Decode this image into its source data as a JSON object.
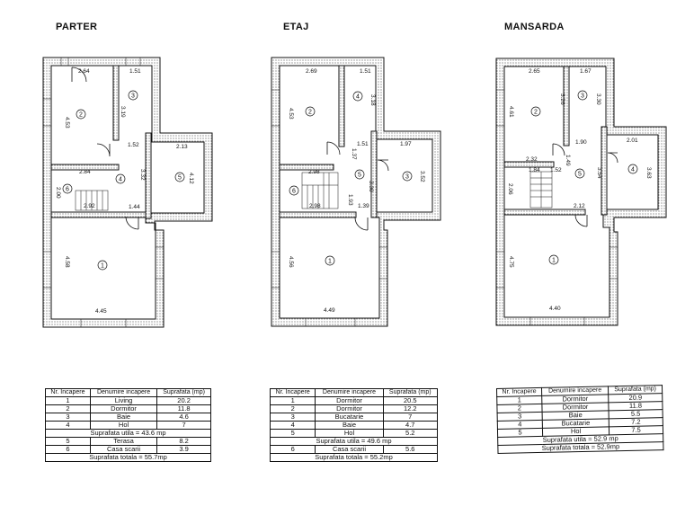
{
  "floors": {
    "parter": {
      "title": "PARTER",
      "dims": [
        "2.64",
        "1.51",
        "4.53",
        "3.19",
        "1.52",
        "2.13",
        "2.84",
        "3.32",
        "4.12",
        "2.00",
        "2.92",
        "1.44",
        "4.58",
        "4.45"
      ],
      "rooms": [
        "1",
        "2",
        "3",
        "4",
        "5",
        "6"
      ]
    },
    "etaj": {
      "title": "ETAJ",
      "dims": [
        "2.69",
        "1.51",
        "4.53",
        "3.18",
        "1.51",
        "1.97",
        "1.37",
        "2.98",
        "3.30",
        "3.52",
        "1.93",
        "2.98",
        "1.39",
        "4.56",
        "4.49"
      ],
      "rooms": [
        "1",
        "2",
        "3",
        "4",
        "5",
        "6"
      ]
    },
    "mansarda": {
      "title": "MANSARDA",
      "dims": [
        "2.65",
        "1.67",
        "4.61",
        "3.26",
        "3.30",
        "1.90",
        "2.01",
        "2.32",
        "1.49",
        "1.84",
        "1.52",
        "2.06",
        "3.54",
        "3.63",
        "2.12",
        "4.75",
        "4.40"
      ],
      "rooms": [
        "1",
        "2",
        "3",
        "4",
        "5"
      ]
    }
  },
  "tables": {
    "headers": {
      "nr": "Nr. Incapere",
      "denumire": "Denumire incapere",
      "suprafata": "Suprafata (mp)"
    },
    "parter": {
      "rows": [
        {
          "nr": "1",
          "name": "Living",
          "area": "20.2"
        },
        {
          "nr": "2",
          "name": "Dormitor",
          "area": "11.8"
        },
        {
          "nr": "3",
          "name": "Baie",
          "area": "4.6"
        },
        {
          "nr": "4",
          "name": "Hol",
          "area": "7"
        }
      ],
      "useful": "Suprafata utila = 43.6 mp",
      "extra": [
        {
          "nr": "5",
          "name": "Terasa",
          "area": "8.2"
        },
        {
          "nr": "6",
          "name": "Casa scarii",
          "area": "3.9"
        }
      ],
      "total": "Suprafata totala = 55.7mp"
    },
    "etaj": {
      "rows": [
        {
          "nr": "1",
          "name": "Dormitor",
          "area": "20.5"
        },
        {
          "nr": "2",
          "name": "Dormitor",
          "area": "12.2"
        },
        {
          "nr": "3",
          "name": "Bucatarie",
          "area": "7"
        },
        {
          "nr": "4",
          "name": "Baie",
          "area": "4.7"
        },
        {
          "nr": "5",
          "name": "Hol",
          "area": "5.2"
        }
      ],
      "useful": "Suprafata utila = 49.6 mp",
      "extra": [
        {
          "nr": "6",
          "name": "Casa scarii",
          "area": "5.6"
        }
      ],
      "total": "Suprafata totala = 55.2mp"
    },
    "mansarda": {
      "rows": [
        {
          "nr": "1",
          "name": "Dormitor",
          "area": "20.9"
        },
        {
          "nr": "2",
          "name": "Dormitor",
          "area": "11.8"
        },
        {
          "nr": "3",
          "name": "Baie",
          "area": "5.5"
        },
        {
          "nr": "4",
          "name": "Bucatarie",
          "area": "7.2"
        },
        {
          "nr": "5",
          "name": "Hol",
          "area": "7.5"
        }
      ],
      "useful": "Suprafata utila = 52.9 mp",
      "total": "Suprafata totala = 52.9mp"
    }
  }
}
